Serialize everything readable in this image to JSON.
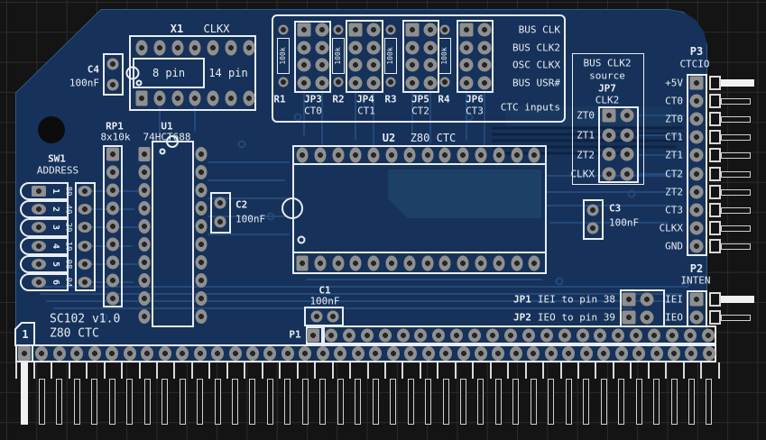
{
  "colors": {
    "background": "#141414",
    "grid": "#2b2b2b",
    "board": "#16325a",
    "silkscreen": "#e8edf2",
    "pad": "#8f8f8f",
    "hole": "#262626",
    "trace": "#24497a",
    "trace_dark": "#0e2340",
    "pour": "#1d4066"
  },
  "board_title": {
    "line1": "SC102 v1.0",
    "line2": "Z80 CTC",
    "edge_pin1": "1"
  },
  "c1": {
    "ref": "C1",
    "value": "100nF"
  },
  "c2": {
    "ref": "C2",
    "value": "100nF"
  },
  "c3": {
    "ref": "C3",
    "value": "100nF"
  },
  "c4": {
    "ref": "C4",
    "value": "100nF"
  },
  "x1": {
    "ref": "X1",
    "value": "CLKX",
    "label_inner": "8 pin",
    "label_outer": "14 pin"
  },
  "ctc_inputs": {
    "caption": "CTC inputs",
    "signals": [
      "BUS CLK",
      "BUS CLK2",
      "OSC CLKX",
      "BUS USR#"
    ],
    "resistors": [
      {
        "ref": "R1",
        "value": "100k"
      },
      {
        "ref": "R2",
        "value": "100k"
      },
      {
        "ref": "R3",
        "value": "100k"
      },
      {
        "ref": "R4",
        "value": "100k"
      }
    ],
    "jumpers": [
      {
        "ref": "JP3",
        "channel": "CT0"
      },
      {
        "ref": "JP4",
        "channel": "CT1"
      },
      {
        "ref": "JP5",
        "channel": "CT2"
      },
      {
        "ref": "JP6",
        "channel": "CT3"
      }
    ]
  },
  "jp7": {
    "title_line1": "BUS CLK2",
    "title_line2": "source",
    "ref": "JP7",
    "value": "CLK2",
    "rows": [
      "ZT0",
      "ZT1",
      "ZT2",
      "CLKX"
    ]
  },
  "p3": {
    "ref": "P3",
    "value": "CTCIO",
    "pins": [
      "+5V",
      "CT0",
      "ZT0",
      "CT1",
      "ZT1",
      "CT2",
      "ZT2",
      "CT3",
      "CLKX",
      "GND"
    ]
  },
  "p2": {
    "ref": "P2",
    "value": "INTEN",
    "pins": [
      "IEI",
      "IEO"
    ]
  },
  "jp1": {
    "ref": "JP1",
    "desc": "IEI to pin 38"
  },
  "jp2": {
    "ref": "JP2",
    "desc": "IEO to pin 39"
  },
  "sw1": {
    "ref": "SW1",
    "value": "ADDRESS",
    "positions": [
      "1",
      "2",
      "3",
      "4",
      "5",
      "6"
    ],
    "address_bits": [
      "80",
      "40",
      "20",
      "10",
      "08",
      "04"
    ]
  },
  "rp1": {
    "ref": "RP1",
    "value": "8x10k"
  },
  "u1": {
    "ref": "U1",
    "value": "74HCT688"
  },
  "u2": {
    "ref": "U2",
    "value": "Z80 CTC"
  },
  "p1": {
    "ref": "P1"
  }
}
